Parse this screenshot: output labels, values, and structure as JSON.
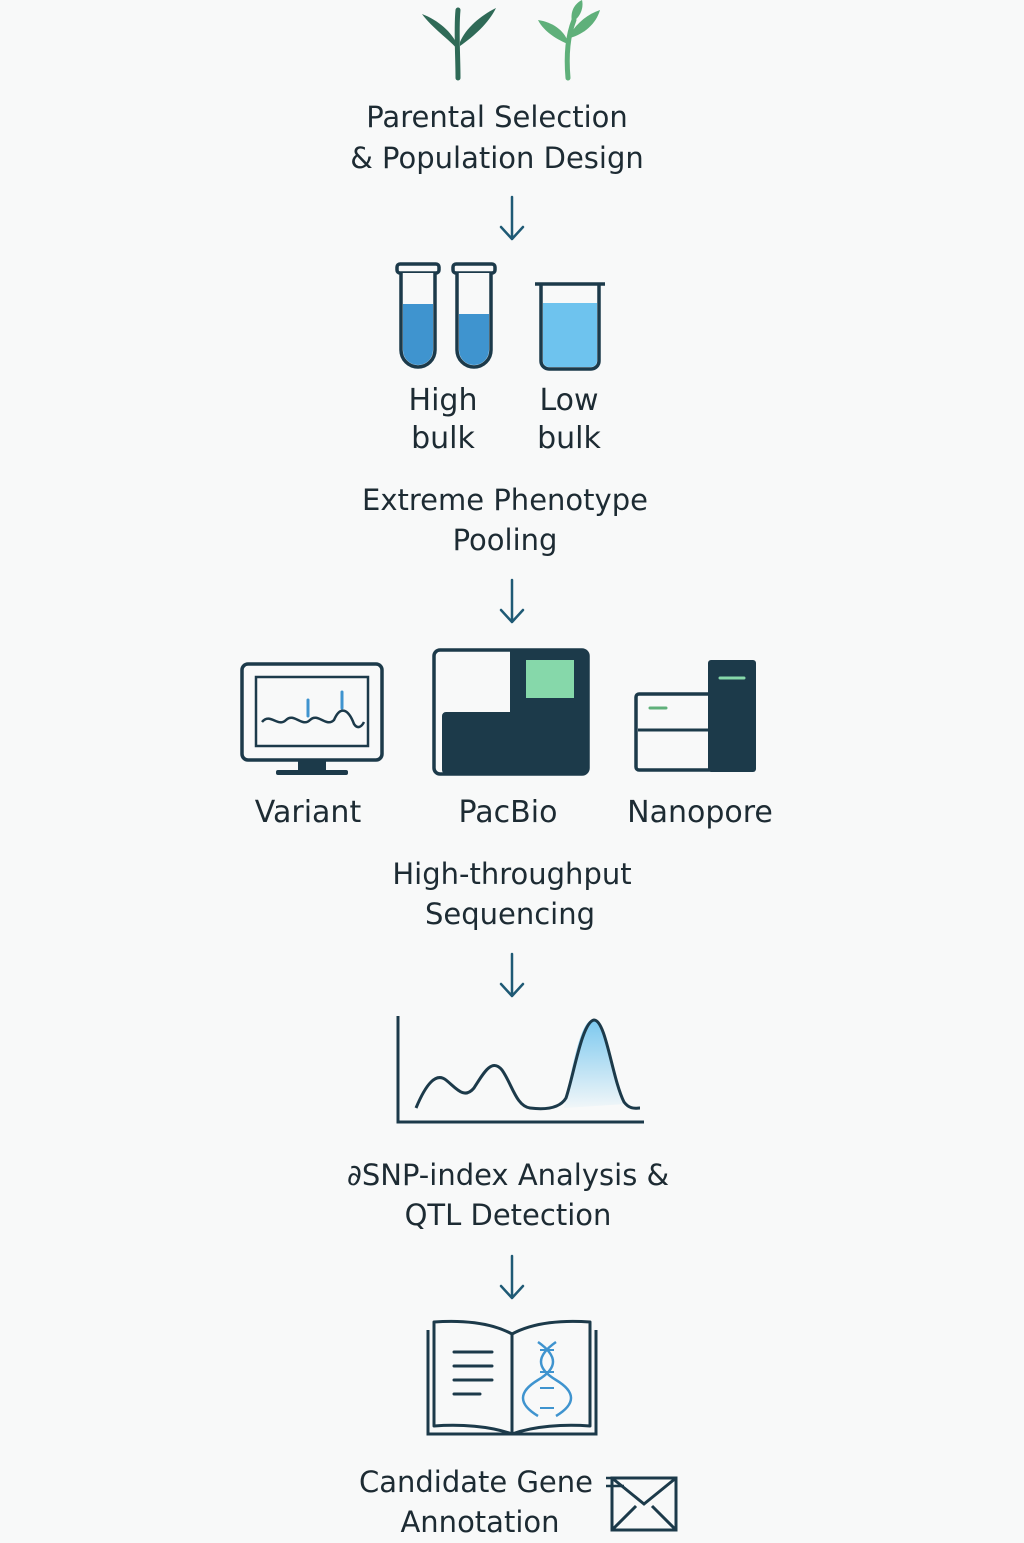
{
  "steps": {
    "parental": {
      "line1": "Parental Selection",
      "line2": "& Population Design"
    },
    "pooling": {
      "high_line1": "High",
      "high_line2": "bulk",
      "low_line1": "Low",
      "low_line2": "bulk",
      "line1": "Extreme Phenotype",
      "line2": "Pooling"
    },
    "sequencing": {
      "platform_1": "Variant",
      "platform_2": "PacBio",
      "platform_3": "Nanopore",
      "line1": "High-throughput",
      "line2": "Sequencing"
    },
    "analysis": {
      "line1": "∂SNP-index Analysis &",
      "line2": "QTL Detection"
    },
    "annotation": {
      "line1": "Candidate Gene",
      "line2": "Annotation"
    }
  },
  "icons": {
    "step1": "plant-seedlings-icon",
    "step2": "test-tubes-and-beaker-icon",
    "step3": [
      "monitor-waveform-icon",
      "pacbio-sequencer-icon",
      "nanopore-sequencer-icon"
    ],
    "step4": "peak-plot-icon",
    "step5": [
      "open-book-dna-icon",
      "envelope-icon"
    ]
  },
  "colors": {
    "dark": "#1c3a4a",
    "blue": "#3f94cf",
    "light_blue": "#6ec3ee",
    "green": "#5fb07a",
    "dark_green": "#2f6a57",
    "mint": "#86d8aa"
  }
}
